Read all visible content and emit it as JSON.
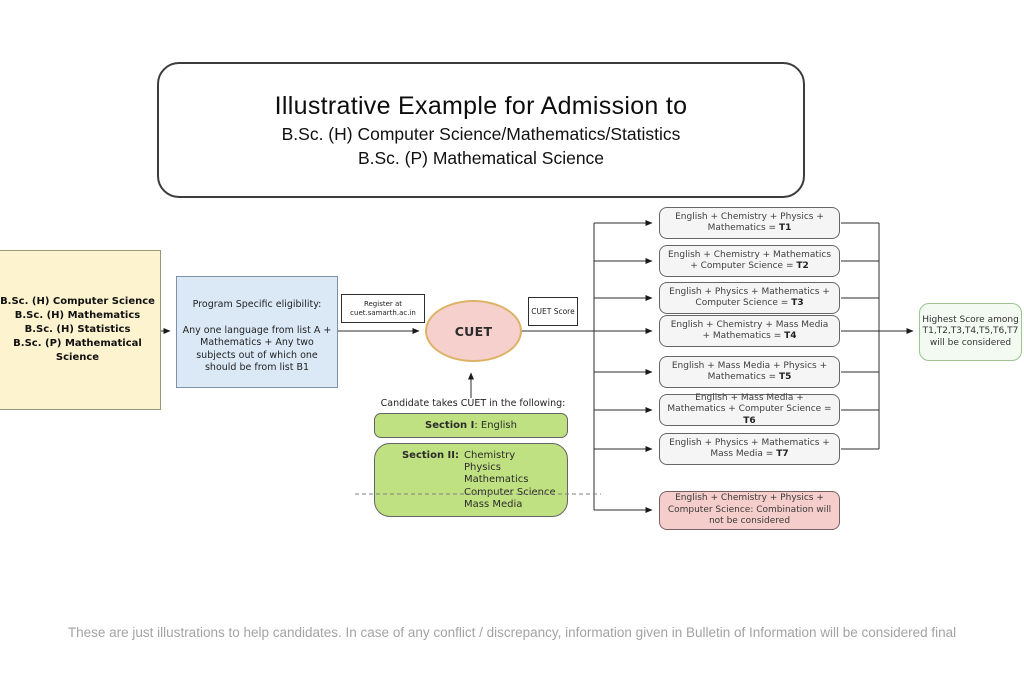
{
  "title": {
    "main": "Illustrative Example for Admission to",
    "sub1": "B.Sc. (H) Computer Science/Mathematics/Statistics",
    "sub2": "B.Sc. (P) Mathematical Science"
  },
  "programs": {
    "lines": [
      "B.Sc. (H) Computer Science",
      "B.Sc. (H) Mathematics",
      "B.Sc. (H) Statistics",
      "B.Sc. (P) Mathematical Science"
    ]
  },
  "eligibility": {
    "title": "Program Specific eligibility:",
    "body_lines": [
      "Any one language from list A +",
      "Mathematics + Any two",
      "subjects out of which one",
      "should be from list B1"
    ]
  },
  "register": {
    "line1": "Register at",
    "line2": "cuet.samarth.ac.in"
  },
  "cuet_label": "CUET",
  "cuet_score_label": "CUET Score",
  "candidate_note": "Candidate takes CUET in the following:",
  "sections": {
    "section1": {
      "label": "Section I",
      "separator": ":",
      "value": "English"
    },
    "section2": {
      "label": "Section II:",
      "items": [
        "Chemistry",
        "Physics",
        "Mathematics",
        "Computer Science",
        "Mass Media"
      ]
    }
  },
  "combos": [
    {
      "text": "English + Chemistry + Physics + Mathematics =",
      "code": "T1"
    },
    {
      "text": "English + Chemistry + Mathematics + Computer Science =",
      "code": "T2"
    },
    {
      "text": "English + Physics + Mathematics + Computer Science =",
      "code": "T3"
    },
    {
      "text": "English + Chemistry + Mass Media + Mathematics =",
      "code": "T4"
    },
    {
      "text": "English + Mass Media + Physics + Mathematics =",
      "code": "T5"
    },
    {
      "text": "English + Mass Media + Mathematics + Computer Science =",
      "code": "T6"
    },
    {
      "text": "English + Physics + Mathematics + Mass Media =",
      "code": "T7"
    }
  ],
  "invalid_combo": "English + Chemistry + Physics + Computer Science: Combination will not be considered",
  "result": {
    "line1": "Highest Score among",
    "line2": "T1,T2,T3,T4,T5,T6,T7",
    "line3": "will be considered"
  },
  "footer": "These are just illustrations to help candidates. In case of any conflict / discrepancy, information given in Bulletin of Information will be considered final",
  "colors": {
    "programs_fill": "#fdf3cf",
    "eligibility_fill": "#dbe9f7",
    "cuet_fill": "#f5d0cd",
    "cuet_border": "#ddb266",
    "section_fill": "#c0e181",
    "combo_fill": "#f5f5f5",
    "invalid_fill": "#f5cecc",
    "result_border": "#9cc58f"
  }
}
